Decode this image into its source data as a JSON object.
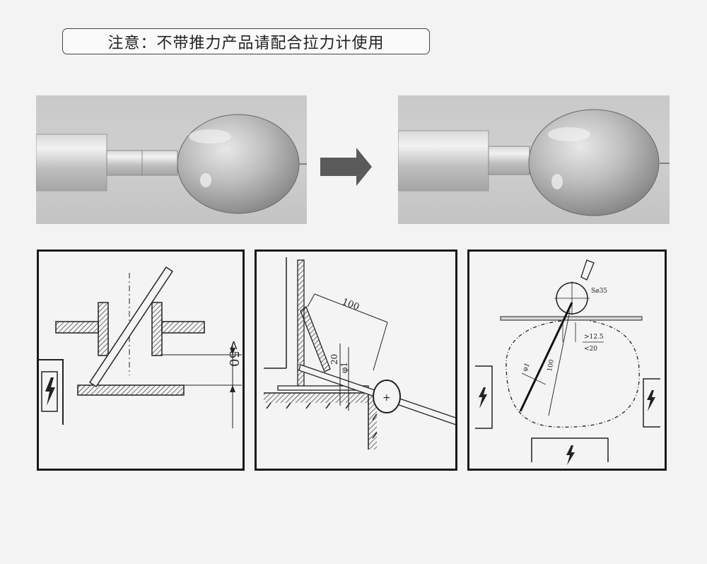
{
  "note": {
    "text": "注意：不带推力产品请配合拉力计使用"
  },
  "colors": {
    "background": "#f3f3f3",
    "photo_background": "#cbcbcb",
    "arrow": "#5a5a5a",
    "diagram_border": "#1a1a1a",
    "line": "#222222"
  },
  "photos": {
    "before": {
      "icon": "ball-probe-icon"
    },
    "arrow": {
      "icon": "arrow-right-icon"
    },
    "after": {
      "icon": "ball-probe-icon"
    }
  },
  "diagrams": [
    {
      "labels": {
        "gap": "<50"
      },
      "icons": [
        "lightning-bolt-icon"
      ]
    },
    {
      "labels": {
        "length": "100",
        "offset": "20",
        "diameter": "φ1",
        "center": "+"
      },
      "icons": []
    },
    {
      "labels": {
        "sphere": "S⌀35",
        "dim_a": ">12.5",
        "dim_b": "<20",
        "diameter": "φ1",
        "length": "100"
      },
      "icons": [
        "lightning-bolt-icon",
        "lightning-bolt-icon",
        "lightning-bolt-icon",
        "lightning-bolt-icon"
      ]
    }
  ]
}
